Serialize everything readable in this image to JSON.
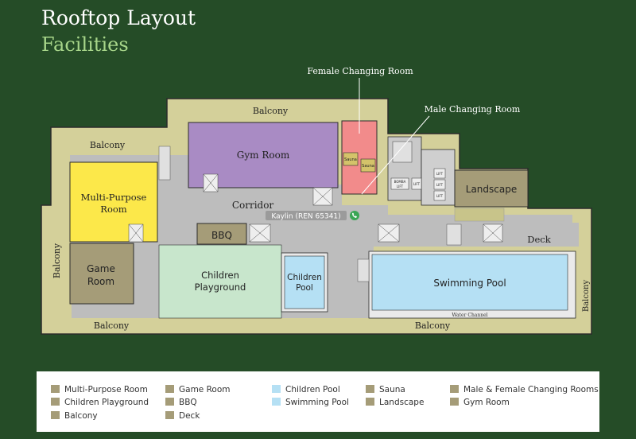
{
  "header": {
    "title": "Rooftop Layout",
    "subtitle": "Facilities"
  },
  "rooms": {
    "gym": "Gym Room",
    "multipurpose_1": "Multi-Purpose",
    "multipurpose_2": "Room",
    "game_1": "Game",
    "game_2": "Room",
    "corridor": "Corridor",
    "bbq": "BBQ",
    "playground_1": "Children",
    "playground_2": "Playground",
    "children_pool_1": "Children",
    "children_pool_2": "Pool",
    "swimming_pool": "Swimming Pool",
    "landscape": "Landscape",
    "deck": "Deck",
    "sauna_1": "Sauna",
    "sauna_2": "Sauna",
    "water_channel": "Water Channel",
    "balcony_top": "Balcony",
    "balcony_upper_left": "Balcony",
    "balcony_left": "Balcony",
    "balcony_bottom_left": "Balcony",
    "balcony_bottom_right": "Balcony",
    "balcony_right": "Balcony",
    "lift_1": "LIFT",
    "lift_2": "LIFT",
    "lift_3": "LIFT",
    "lift_4": "LIFT",
    "fire_lift": "LIFT",
    "bomba": "BOMBA"
  },
  "callouts": {
    "female_changing": "Female Changing Room",
    "male_changing": "Male Changing Room"
  },
  "marker": {
    "label": "Kaylin (REN 65341)"
  },
  "colors": {
    "background": "#254c27",
    "balcony": "#d4d09a",
    "corridor": "#bdbdbd",
    "gym": "#a98bc4",
    "multipurpose": "#fce84a",
    "game": "#a59c78",
    "playground": "#c8e6cc",
    "pool": "#b5e0f4",
    "changing": "#f28b8b",
    "landscape": "#a59c78",
    "bbq": "#a59c78"
  },
  "legend": {
    "multipurpose": "Multi-Purpose Room",
    "playground": "Children Playground",
    "balcony": "Balcony",
    "game": "Game Room",
    "bbq": "BBQ",
    "deck": "Deck",
    "children_pool": "Children Pool",
    "swimming_pool": "Swimming Pool",
    "sauna": "Sauna",
    "landscape": "Landscape",
    "changing": "Male & Female Changing Rooms",
    "gym": "Gym Room"
  }
}
